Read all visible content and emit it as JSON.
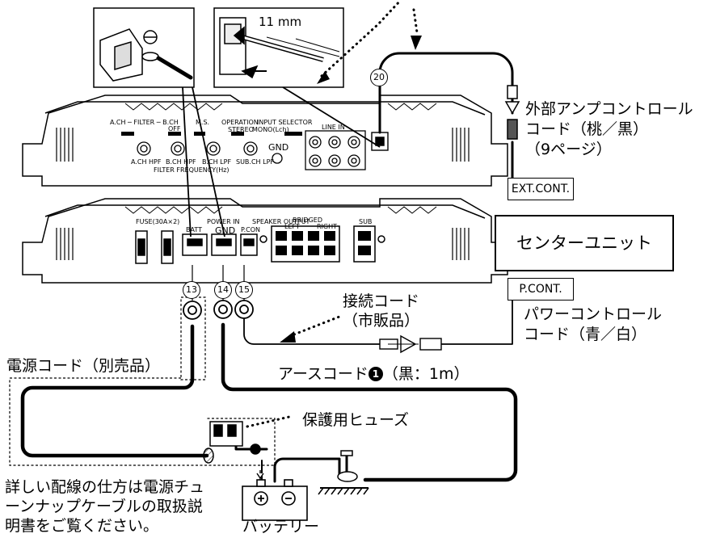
{
  "dimension_label": "11 mm",
  "terminals": {
    "batt": "13",
    "gnd": "14",
    "pcon": "15",
    "remote": "20"
  },
  "ext_amp_cord": {
    "line1": "外部アンプコントロール",
    "line2": "コード（桃／黒）",
    "line3": "（9ページ）"
  },
  "ext_cont_label": "EXT.CONT.",
  "center_unit_label": "センターユニット",
  "p_cont_label": "P.CONT.",
  "power_control_cord": {
    "line1": "パワーコントロール",
    "line2": "コード（青／白）"
  },
  "connection_cord": {
    "line1": "接続コード",
    "line2": "（市販品）"
  },
  "power_cord_label": "電源コード（別売品）",
  "ground_cord": {
    "text": "アースコード",
    "bullet": "1",
    "suffix": "（黒：1m）"
  },
  "fuse_label": "保護用ヒューズ",
  "note": {
    "line1": "詳しい配線の仕方は電源チュ",
    "line2": "ーンナップケーブルの取扱説",
    "line3": "明書をご覧ください。"
  },
  "battery_label": "バッテリー",
  "amp_upper": {
    "filter": "A.CH ─ FILTER ─ B.CH",
    "ms": "M.S.",
    "operation": "OPERATION",
    "input_selector": "INPUT SELECTOR",
    "line_in": "LINE IN",
    "a_hpf": "A.CH HPF",
    "b_hpf": "B.CH HPF",
    "b_lpf": "B.CH LPF",
    "sub_lpf": "SUB.CH LPF",
    "gnd": "GND",
    "filter_freq": "FILTER FREQUENCY(Hz)",
    "stereo": "STEREO",
    "mono": "MONO(Lch)",
    "off": "OFF"
  },
  "amp_lower": {
    "fuse": "FUSE(30A×2)",
    "batt": "BATT",
    "power_in": "POWER IN",
    "gnd": "GND",
    "pcon": "P.CON",
    "speaker_output": "SPEAKER OUTPUT",
    "bridged": "BRIDGED",
    "left": "LEFT",
    "right": "RIGHT",
    "sub": "SUB"
  }
}
